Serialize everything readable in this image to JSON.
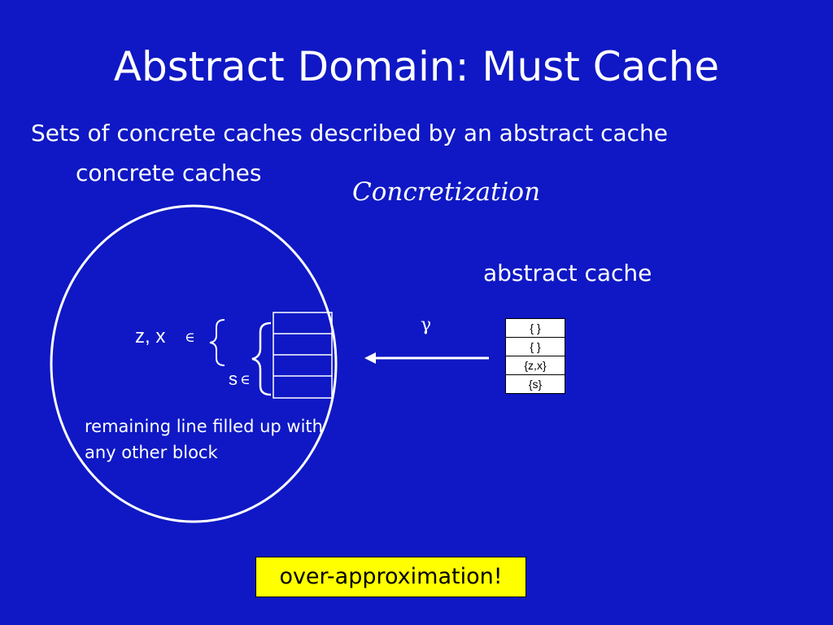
{
  "slide": {
    "title": "Abstract Domain: Must Cache",
    "subtitle": "Sets of concrete caches described by an abstract cache",
    "concrete_label": "concrete caches",
    "concretization_label": "Concretization",
    "abstract_label": "abstract cache",
    "gamma_symbol": "γ",
    "zx_label": "z, x",
    "s_label": "s",
    "element_symbol": "∈",
    "remaining_note": "remaining line filled up with any other block",
    "abstract_cache_rows": [
      "{ }",
      "{ }",
      "{z,x}",
      "{s}"
    ],
    "conclusion": "over-approximation!"
  },
  "colors": {
    "background": "#0f18c4",
    "foreground": "#ffffff",
    "highlight": "#ffff00"
  }
}
